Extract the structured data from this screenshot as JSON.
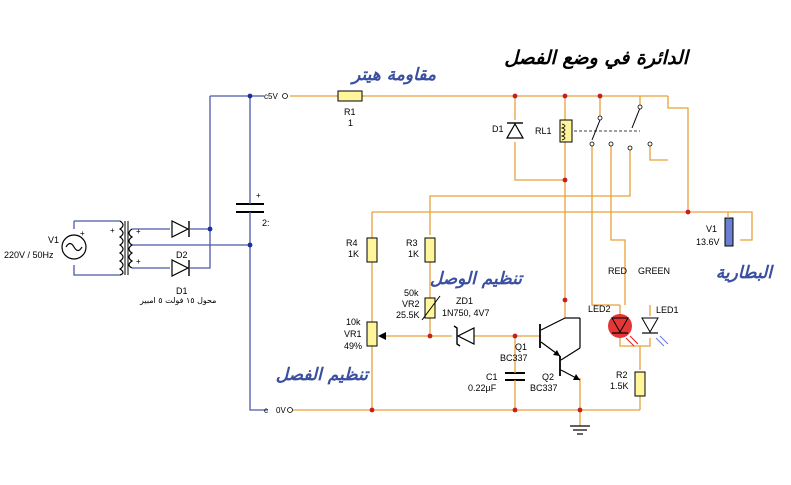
{
  "titles": {
    "circuit_state": "الدائرة في وضع الفصل",
    "heater_resistor": "مقاومة هيتر",
    "cutin_adjust": "تنظيم الوصل",
    "cutoff_adjust": "تنظيم الفصل",
    "battery": "البطارية",
    "transformer_note": "محول ١٥ فولت ٥ امبير"
  },
  "components": {
    "v1": {
      "name": "V1",
      "value": "220V / 50Hz"
    },
    "d1_rect": "D1",
    "d2_rect": "D2",
    "c_main": {
      "polarity": "+",
      "value": "2:"
    },
    "r1": {
      "name": "R1",
      "value": "1"
    },
    "supply_5v": "c5V",
    "supply_0v": "0V",
    "supply_0v_c": "c",
    "d1_relay": "D1",
    "rl1": "RL1",
    "r4": {
      "name": "R4",
      "value": "1K"
    },
    "r3": {
      "name": "R3",
      "value": "1K"
    },
    "vr2": {
      "value": "50k",
      "name": "VR2",
      "setting": "25.5K"
    },
    "vr1": {
      "value": "10k",
      "name": "VR1",
      "setting": "49%"
    },
    "zd1": {
      "name": "ZD1",
      "value": "1N750, 4V7"
    },
    "q1": {
      "name": "Q1",
      "value": "BC337"
    },
    "q2": {
      "name": "Q2",
      "value": "BC337"
    },
    "c1": {
      "name": "C1",
      "value": "0.22µF"
    },
    "led2": "LED2",
    "led1": "LED1",
    "red": "RED",
    "green": "GREEN",
    "r2": {
      "name": "R2",
      "value": "1.5K"
    },
    "battery_v": {
      "name": "V1",
      "value": "13.6V"
    }
  },
  "colors": {
    "wire_orange": "#e8a23a",
    "wire_blue": "#4a5aa8",
    "junction_red": "#c81e1e",
    "junction_blue": "#1d2f9e",
    "led_red": "#e02020",
    "label_blue": "#3b4fa0"
  }
}
